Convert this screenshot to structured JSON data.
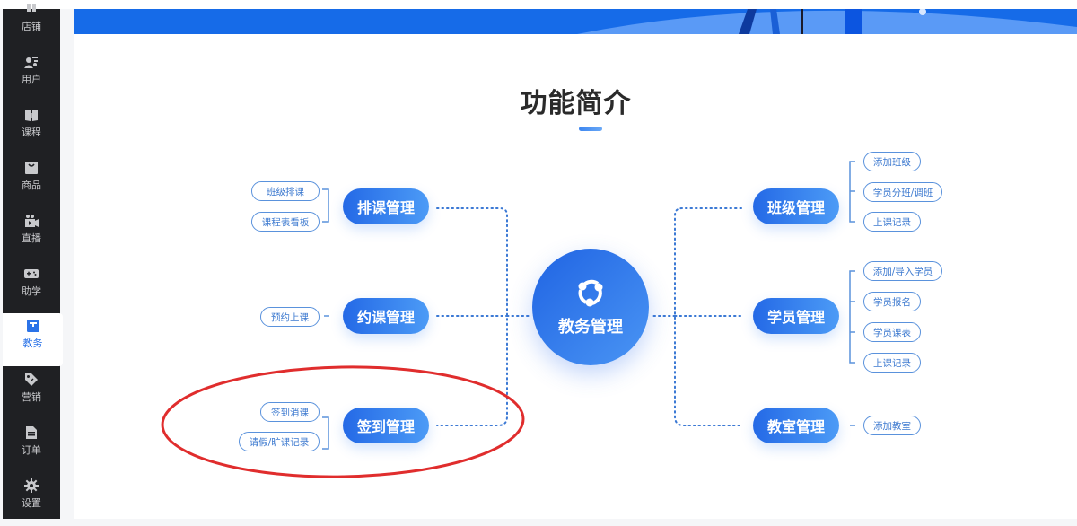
{
  "sidebar": {
    "items": [
      {
        "label": "店铺",
        "icon": "store-icon"
      },
      {
        "label": "用户",
        "icon": "users-icon"
      },
      {
        "label": "课程",
        "icon": "book-icon"
      },
      {
        "label": "商品",
        "icon": "bag-icon"
      },
      {
        "label": "直播",
        "icon": "video-camera-icon"
      },
      {
        "label": "助学",
        "icon": "gamepad-icon"
      },
      {
        "label": "教务",
        "icon": "education-icon",
        "active": true
      },
      {
        "label": "营销",
        "icon": "tag-icon"
      },
      {
        "label": "订单",
        "icon": "document-icon"
      },
      {
        "label": "设置",
        "icon": "gear-icon"
      }
    ]
  },
  "main": {
    "title": "功能简介",
    "center": {
      "label": "教务管理",
      "icon": "share-nodes-icon"
    },
    "left": [
      {
        "label": "排课管理",
        "tags": [
          "班级排课",
          "课程表看板"
        ]
      },
      {
        "label": "约课管理",
        "tags": [
          "预约上课"
        ]
      },
      {
        "label": "签到管理",
        "tags": [
          "签到消课",
          "请假/旷课记录"
        ]
      }
    ],
    "right": [
      {
        "label": "班级管理",
        "tags": [
          "添加班级",
          "学员分班/调班",
          "上课记录"
        ]
      },
      {
        "label": "学员管理",
        "tags": [
          "添加/导入学员",
          "学员报名",
          "学员课表",
          "上课记录"
        ]
      },
      {
        "label": "教室管理",
        "tags": [
          "添加教室"
        ]
      }
    ]
  },
  "colors": {
    "accent": "#2b73e8",
    "sidebar_bg": "#1f2023",
    "annotation": "#e02d2d"
  }
}
